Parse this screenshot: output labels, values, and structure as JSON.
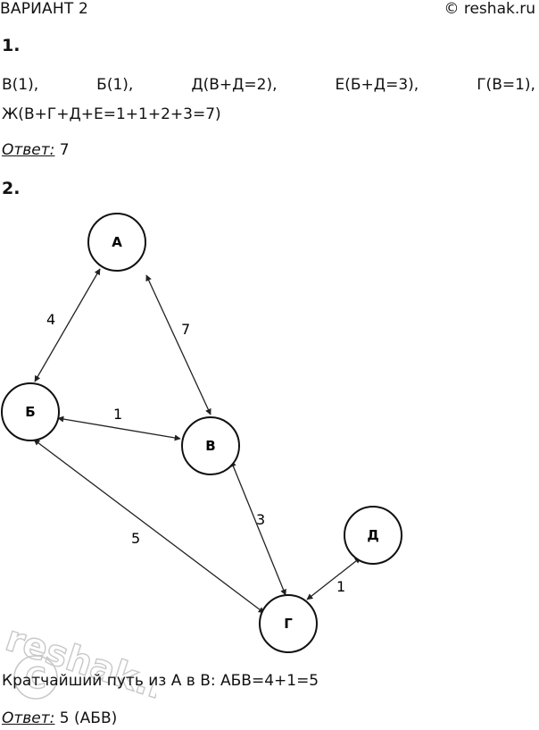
{
  "header": {
    "variant": "ВАРИАНТ 2",
    "copyright": "© reshak.ru"
  },
  "task1": {
    "number": "1.",
    "items": [
      "В(1),",
      "Б(1),",
      "Д(В+Д=2),",
      "Е(Б+Д=3),",
      "Г(В=1),"
    ],
    "line2": "Ж(В+Г+Д+Е=1+1+2+3=7)",
    "answer_label": "Ответ:",
    "answer_value": " 7"
  },
  "task2": {
    "number": "2.",
    "graph": {
      "nodes": [
        {
          "id": "A",
          "label": "А"
        },
        {
          "id": "B6",
          "label": "Б"
        },
        {
          "id": "V",
          "label": "В"
        },
        {
          "id": "G",
          "label": "Г"
        },
        {
          "id": "D",
          "label": "Д"
        }
      ],
      "edges": [
        {
          "from": "A",
          "to": "B6",
          "weight": "4"
        },
        {
          "from": "A",
          "to": "V",
          "weight": "7"
        },
        {
          "from": "B6",
          "to": "V",
          "weight": "1"
        },
        {
          "from": "B6",
          "to": "G",
          "weight": "5"
        },
        {
          "from": "V",
          "to": "G",
          "weight": "3"
        },
        {
          "from": "G",
          "to": "D",
          "weight": "1"
        }
      ]
    },
    "shortest_path_text": "Кратчайший путь из А в В: АБВ=4+1=5",
    "answer_label": "Ответ:",
    "answer_value": " 5 (АБВ)"
  },
  "watermark": {
    "text": "reshak.ru"
  },
  "colors": {
    "stroke": "#222222",
    "text": "#111111",
    "watermark": "#c8c8c8"
  }
}
